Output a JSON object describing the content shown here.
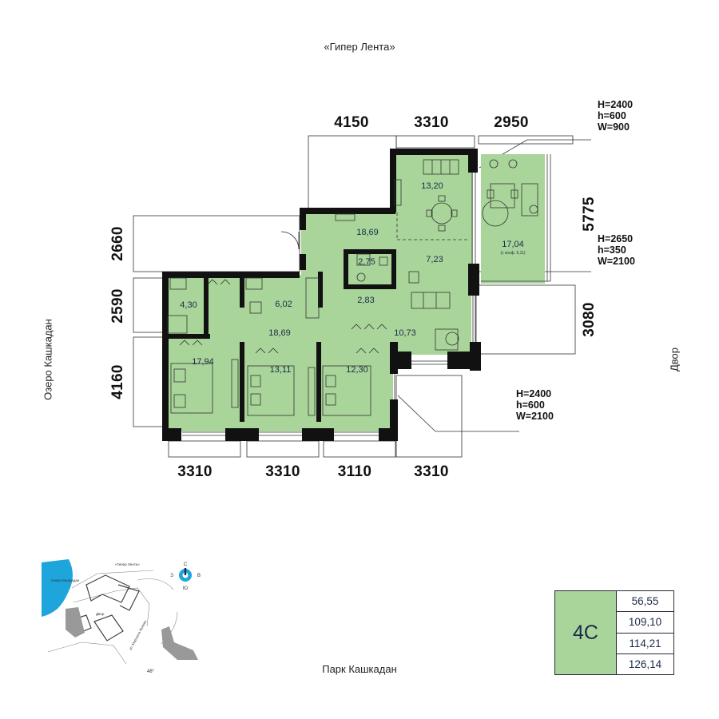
{
  "orientation": {
    "top": "«Гипер Лента»",
    "bottom": "Парк Кашкадан",
    "left": "Озеро Кашкадан",
    "right": "Двор"
  },
  "dimensions": {
    "top": [
      "4150",
      "3310",
      "2950"
    ],
    "bottom": [
      "3310",
      "3310",
      "3110",
      "3310"
    ],
    "left": [
      "2660",
      "2590",
      "4160"
    ],
    "right": [
      "5775",
      "3080"
    ]
  },
  "openings": {
    "window_top": [
      "H=2400",
      "h=600",
      "W=900"
    ],
    "window_right": [
      "H=2650",
      "h=350",
      "W=2100"
    ],
    "window_bottom": [
      "H=2400",
      "h=600",
      "W=2100"
    ]
  },
  "rooms": {
    "kitchen_living": "13,20",
    "hall_top": "18,69",
    "bath_small": "2,75",
    "dining": "7,23",
    "terrace": "17,04",
    "terrace_note": "(с коэф. 5,11)",
    "laundry": "4,30",
    "bathroom": "6,02",
    "wc": "2,83",
    "corridor": "18,69",
    "living": "10,73",
    "bedroom_1": "17,94",
    "bedroom_2": "13,11",
    "bedroom_3": "12,30"
  },
  "minimap": {
    "lake": "Озеро Кашкадан",
    "mall": "«Гипер Лента»",
    "yard": "Двор",
    "street": "ул. Маршала Жукова",
    "angle": "48°",
    "compass": {
      "n": "С",
      "s": "Ю",
      "w": "З",
      "e": "В"
    }
  },
  "unit": {
    "type": "4С",
    "areas": [
      "56,55",
      "109,10",
      "114,21",
      "126,14"
    ]
  },
  "colors": {
    "room_fill": "#a9d59a",
    "wall": "#111111",
    "lake": "#1ea5dc",
    "compass": "#1ea5dc",
    "text_dark": "#1d2a4a"
  }
}
